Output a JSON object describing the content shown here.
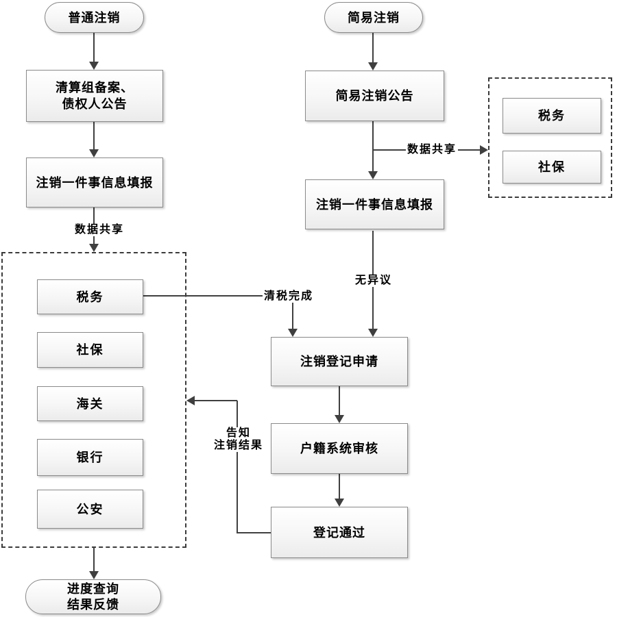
{
  "nodes": {
    "normal_start": "普通注销",
    "liquidation_line1": "清算组备案、",
    "liquidation_line2": "债权人公告",
    "fill_left": "注销一件事信息填报",
    "progress_line1": "进度查询",
    "progress_line2": "结果反馈",
    "simple_start": "简易注销",
    "simple_announce": "简易注销公告",
    "fill_right": "注销一件事信息填报",
    "apply": "注销登记申请",
    "review": "户籍系统审核",
    "pass": "登记通过"
  },
  "left_group": [
    "税务",
    "社保",
    "海关",
    "银行",
    "公安"
  ],
  "right_group": [
    "税务",
    "社保"
  ],
  "edge_labels": {
    "share_left": "数据共享",
    "share_right": "数据共享",
    "no_objection": "无异议",
    "tax_done": "清税完成",
    "notify_line1": "告知",
    "notify_line2": "注销结果"
  },
  "colors": {
    "line": "#3f3f3f",
    "box_border": "#8a8a8a",
    "box_fill_bottom": "#ebebeb",
    "text": "#000000"
  }
}
